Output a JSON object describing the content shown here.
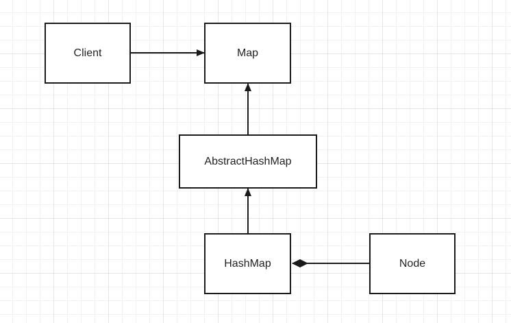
{
  "diagram": {
    "nodes": {
      "client": "Client",
      "map": "Map",
      "abstract_hash_map": "AbstractHashMap",
      "hash_map": "HashMap",
      "node": "Node"
    },
    "edges": [
      {
        "from": "Client",
        "to": "Map",
        "type": "association"
      },
      {
        "from": "AbstractHashMap",
        "to": "Map",
        "type": "dependency"
      },
      {
        "from": "HashMap",
        "to": "AbstractHashMap",
        "type": "dependency"
      },
      {
        "from": "Node",
        "to": "HashMap",
        "type": "composition"
      }
    ],
    "colors": {
      "stroke": "#1a1a1a",
      "text": "#222222",
      "grid": "#e4e4e4"
    }
  }
}
